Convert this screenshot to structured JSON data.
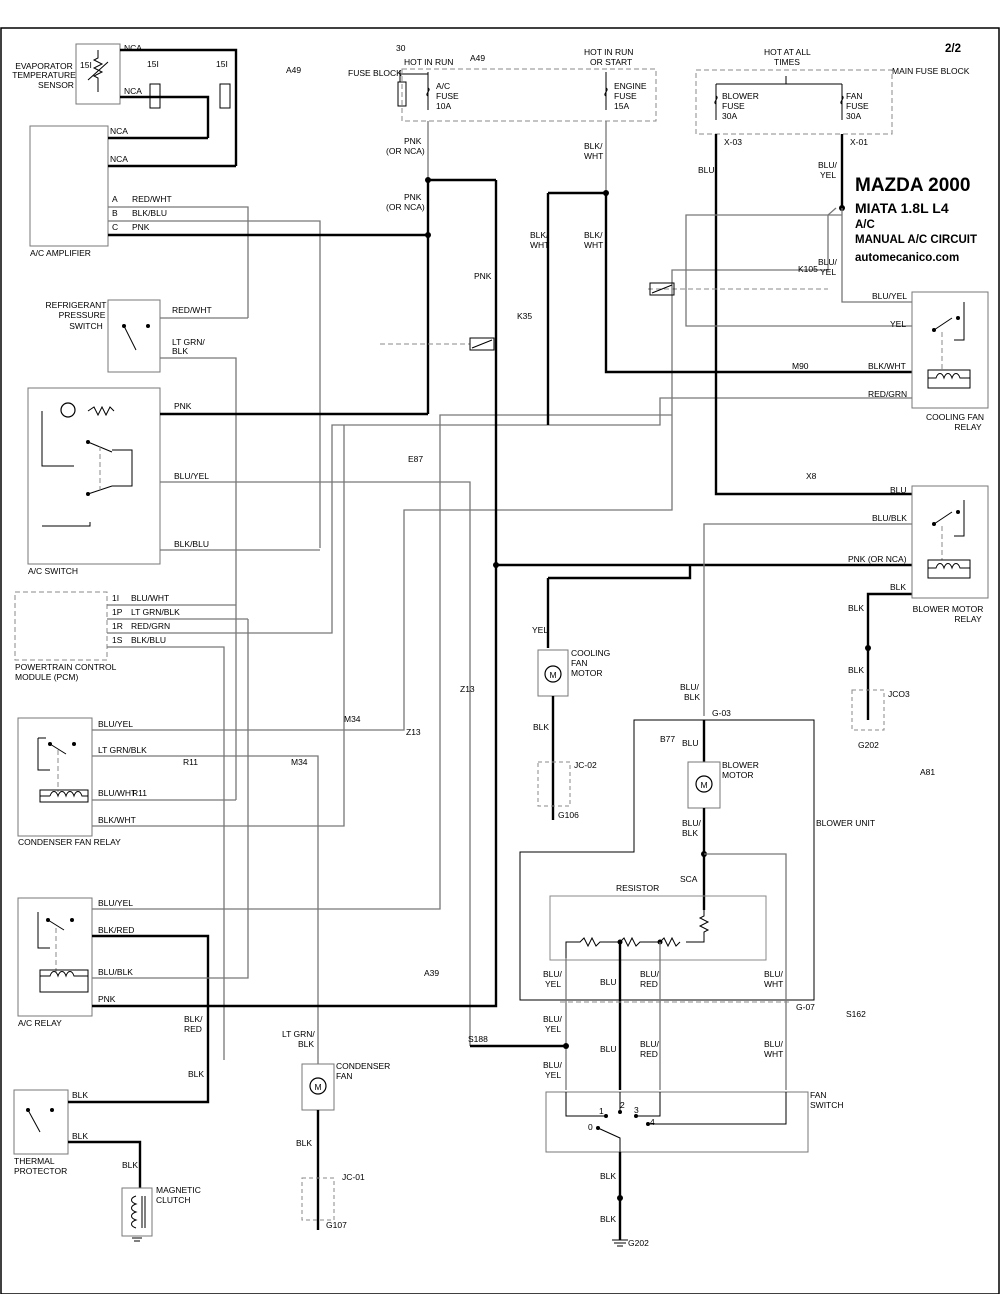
{
  "header": {
    "page": "2/2",
    "title_lines": [
      "MAZDA 2000",
      "MIATA  1.8L  L4",
      "A/C",
      "MANUAL A/C CIRCUIT",
      "automecanico.com"
    ]
  },
  "components": {
    "evap_sensor": [
      "EVAPORATOR",
      "TEMPERATURE",
      "SENSOR"
    ],
    "ac_amplifier": "A/C AMPLIFIER",
    "refrig_switch": [
      "REFRIGERANT",
      "PRESSURE",
      "SWITCH"
    ],
    "ac_switch": "A/C SWITCH",
    "pcm": [
      "POWERTRAIN CONTROL",
      "MODULE (PCM)"
    ],
    "condenser_relay": "CONDENSER FAN RELAY",
    "ac_relay": "A/C RELAY",
    "thermal": [
      "THERMAL",
      "PROTECTOR"
    ],
    "clutch": [
      "MAGNETIC",
      "CLUTCH"
    ],
    "condenser_fan": [
      "CONDENSER",
      "FAN"
    ],
    "cooling_fan_motor": [
      "COOLING",
      "FAN",
      "MOTOR"
    ],
    "blower_motor": [
      "BLOWER",
      "MOTOR"
    ],
    "blower_unit": "BLOWER UNIT",
    "resistor": "RESISTOR",
    "fan_switch": [
      "FAN",
      "SWITCH"
    ],
    "cooling_fan_relay": [
      "COOLING FAN",
      "RELAY"
    ],
    "blower_motor_relay": [
      "BLOWER MOTOR",
      "RELAY"
    ],
    "fuse_block": "FUSE BLOCK",
    "main_fuse_block": "MAIN FUSE BLOCK",
    "hot_in_run": "HOT IN RUN",
    "hot_in_run_start": [
      "HOT IN RUN",
      "OR START"
    ],
    "hot_all_times": [
      "HOT AT ALL",
      "TIMES"
    ],
    "ac_fuse": [
      "A/C",
      "FUSE",
      "10A"
    ],
    "engine_fuse": [
      "ENGINE",
      "FUSE",
      "15A"
    ],
    "blower_fuse": [
      "BLOWER",
      "FUSE",
      "30A"
    ],
    "fan_fuse": [
      "FAN",
      "FUSE",
      "30A"
    ]
  },
  "wires": {
    "nca": "NCA",
    "pnk": "PNK",
    "pnk_or_nca": [
      "PNK",
      "(OR NCA)"
    ],
    "pnk_or_nca_inline": "PNK (OR NCA)",
    "blk_wht": [
      "BLK/",
      "WHT"
    ],
    "blk_wht_inline": "BLK/WHT",
    "blu": "BLU",
    "blu_yel": [
      "BLU/",
      "YEL"
    ],
    "blu_yel_inline": "BLU/YEL",
    "red_wht": "RED/WHT",
    "blk_blu": "BLK/BLU",
    "yel": "YEL",
    "red_grn": "RED/GRN",
    "blu_blk": [
      "BLU/",
      "BLK"
    ],
    "blu_blk_inline": "BLU/BLK",
    "blk": "BLK",
    "lt_grn_blk": [
      "LT GRN/",
      "BLK"
    ],
    "lt_grn_blk_inline": "LT GRN/BLK",
    "blu_wht_inline": "BLU/WHT",
    "blk_red": [
      "BLK/",
      "RED"
    ],
    "blk_red_inline": "BLK/RED",
    "blu_red": [
      "BLU/",
      "RED"
    ],
    "blu_wht": [
      "BLU/",
      "WHT"
    ],
    "pcm_1i": "1I",
    "pcm_1p": "1P",
    "pcm_1r": "1R",
    "pcm_1s": "1S",
    "amp_a": "A",
    "amp_b": "B",
    "amp_c": "C",
    "n30": "30"
  },
  "refs": {
    "a49": "A49",
    "k35": "K35",
    "k105": "K105",
    "m90": "M90",
    "e87": "E87",
    "x8": "X8",
    "z13": "Z13",
    "m34": "M34",
    "r11": "R11",
    "a39": "A39",
    "s188": "S188",
    "b77": "B77",
    "a81": "A81",
    "s162": "S162",
    "x03": "X-03",
    "x01": "X-01",
    "g03": "G-03",
    "g07": "G-07",
    "jc02": "JC-02",
    "jc01": "JC-01",
    "jc03": "JCO3",
    "g106": "G106",
    "g107": "G107",
    "g202": "G202",
    "g202b": "G202",
    "sw1": "1",
    "sw2": "2",
    "sw3": "3",
    "sw4": "4",
    "sw0": "0",
    "r15i": "15I",
    "sca": "SCA"
  }
}
